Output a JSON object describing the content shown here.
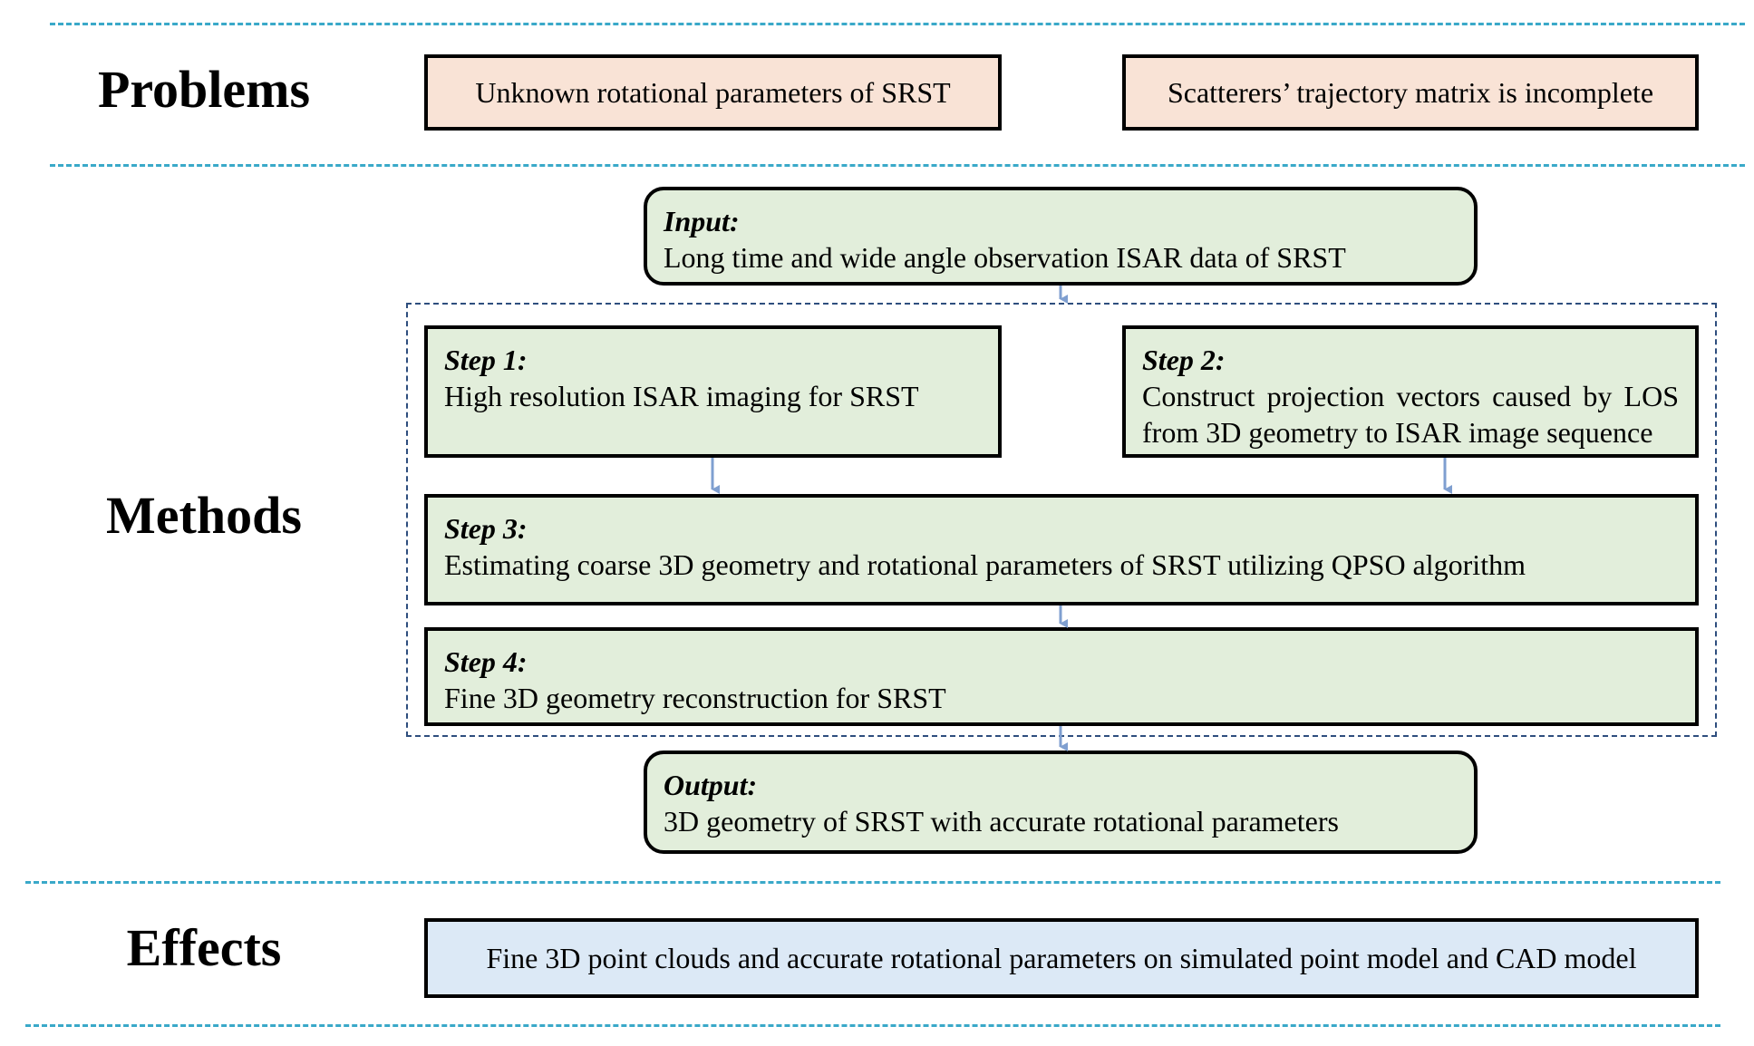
{
  "sections": {
    "problems": "Problems",
    "methods": "Methods",
    "effects": "Effects"
  },
  "problems": [
    "Unknown rotational parameters of SRST",
    "Scatterers’ trajectory matrix is incomplete"
  ],
  "input": {
    "label": "Input:",
    "text": "Long time and wide angle observation ISAR data of SRST"
  },
  "steps": [
    {
      "label": "Step 1:",
      "lines": [
        "High resolution ISAR imaging for SRST"
      ]
    },
    {
      "label": "Step 2:",
      "lines": [
        "Construct projection vectors caused by LOS",
        "from 3D geometry to ISAR image sequence"
      ]
    },
    {
      "label": "Step 3:",
      "lines": [
        "Estimating coarse 3D geometry and rotational parameters of SRST utilizing QPSO algorithm"
      ]
    },
    {
      "label": "Step 4:",
      "lines": [
        "Fine 3D geometry reconstruction for SRST"
      ]
    }
  ],
  "output": {
    "label": "Output:",
    "text": "3D geometry of SRST with accurate rotational parameters"
  },
  "effect": "Fine 3D point clouds and accurate rotational parameters on simulated point model and CAD model",
  "colors": {
    "problem_fill": "#f9e3d6",
    "method_fill": "#e2eedb",
    "effect_fill": "#dce9f6",
    "separator": "#3aa9c9",
    "arrow": "#7f9fd0"
  }
}
